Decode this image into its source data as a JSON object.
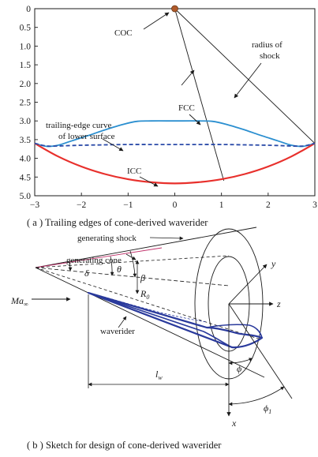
{
  "panel_a": {
    "caption": "( a )  Trailing edges of cone-derived waverider",
    "y_ticks": [
      "0",
      "0.5",
      "1.0",
      "1.5",
      "2.0",
      "2.5",
      "3.0",
      "3.5",
      "4.0",
      "4.5",
      "5.0"
    ],
    "x_ticks": [
      "−3",
      "−2",
      "−1",
      "0",
      "1",
      "2",
      "3"
    ],
    "labels": {
      "coc": "COC",
      "radius_line1": "radius of",
      "radius_line2": "shock",
      "fcc": "FCC",
      "trailing_line1": "trailing-edge curve",
      "trailing_line2": "of lower surface",
      "icc": "ICC"
    },
    "colors": {
      "fcc": "#2b8fd0",
      "icc": "#e8302c",
      "trailing": "#2a4aa8",
      "coc": "#b05a2a"
    },
    "chart_data": {
      "type": "line",
      "xlim": [
        -3,
        3
      ],
      "ylim": [
        5.0,
        0
      ],
      "series": [
        {
          "name": "FCC",
          "x": [
            -3,
            -2.75,
            -2.5,
            -2.2,
            -1.8,
            -1.5,
            -1.1,
            -0.8,
            -0.5,
            0,
            0.5,
            0.8,
            1.1,
            1.5,
            1.8,
            2.2,
            2.5,
            2.75,
            3
          ],
          "y": [
            3.6,
            3.68,
            3.65,
            3.53,
            3.37,
            3.24,
            3.09,
            3.01,
            3.0,
            3.0,
            3.0,
            3.01,
            3.09,
            3.24,
            3.37,
            3.53,
            3.65,
            3.68,
            3.6
          ]
        },
        {
          "name": "ICC",
          "x": [
            -3,
            -2.5,
            -2,
            -1.5,
            -1,
            -0.5,
            0,
            0.5,
            1,
            1.5,
            2,
            2.5,
            3
          ],
          "y": [
            3.6,
            3.95,
            4.22,
            4.42,
            4.56,
            4.64,
            4.67,
            4.64,
            4.56,
            4.42,
            4.22,
            3.95,
            3.6
          ]
        },
        {
          "name": "trailing-edge curve of lower surface",
          "x": [
            -3,
            -2.75,
            -2.5,
            -2.0,
            -1.5,
            -1.0,
            -0.5,
            0,
            0.5,
            1.0,
            1.5,
            2.0,
            2.5,
            2.75,
            3
          ],
          "y": [
            3.6,
            3.67,
            3.67,
            3.65,
            3.64,
            3.63,
            3.63,
            3.63,
            3.63,
            3.63,
            3.64,
            3.65,
            3.67,
            3.67,
            3.6
          ]
        }
      ],
      "points": [
        {
          "name": "COC",
          "x": 0,
          "y": 0
        }
      ],
      "lines": [
        {
          "name": "radius of shock",
          "x": [
            0,
            3
          ],
          "y": [
            0,
            3.6
          ]
        },
        {
          "name": "ICC radius",
          "x": [
            0,
            1.05
          ],
          "y": [
            0,
            4.6
          ]
        }
      ]
    }
  },
  "panel_b": {
    "caption": "( b )  Sketch for design of cone-derived waverider",
    "labels": {
      "generating_shock": "generating shock",
      "generating_cone": "generating cone",
      "waverider": "waverider",
      "mach": "Ma",
      "mach_sub": "∞",
      "delta": "δ",
      "theta": "θ",
      "beta": "β",
      "r0": "R",
      "r0_sub": "0",
      "lw": "l",
      "lw_sub": "w",
      "phi": "ϕ",
      "phi1": "ϕ",
      "phi1_sub": "1",
      "y": "y",
      "z": "z",
      "x": "x"
    },
    "colors": {
      "waverider": "#2a3a9c",
      "cone_line": "#c0306a"
    }
  }
}
